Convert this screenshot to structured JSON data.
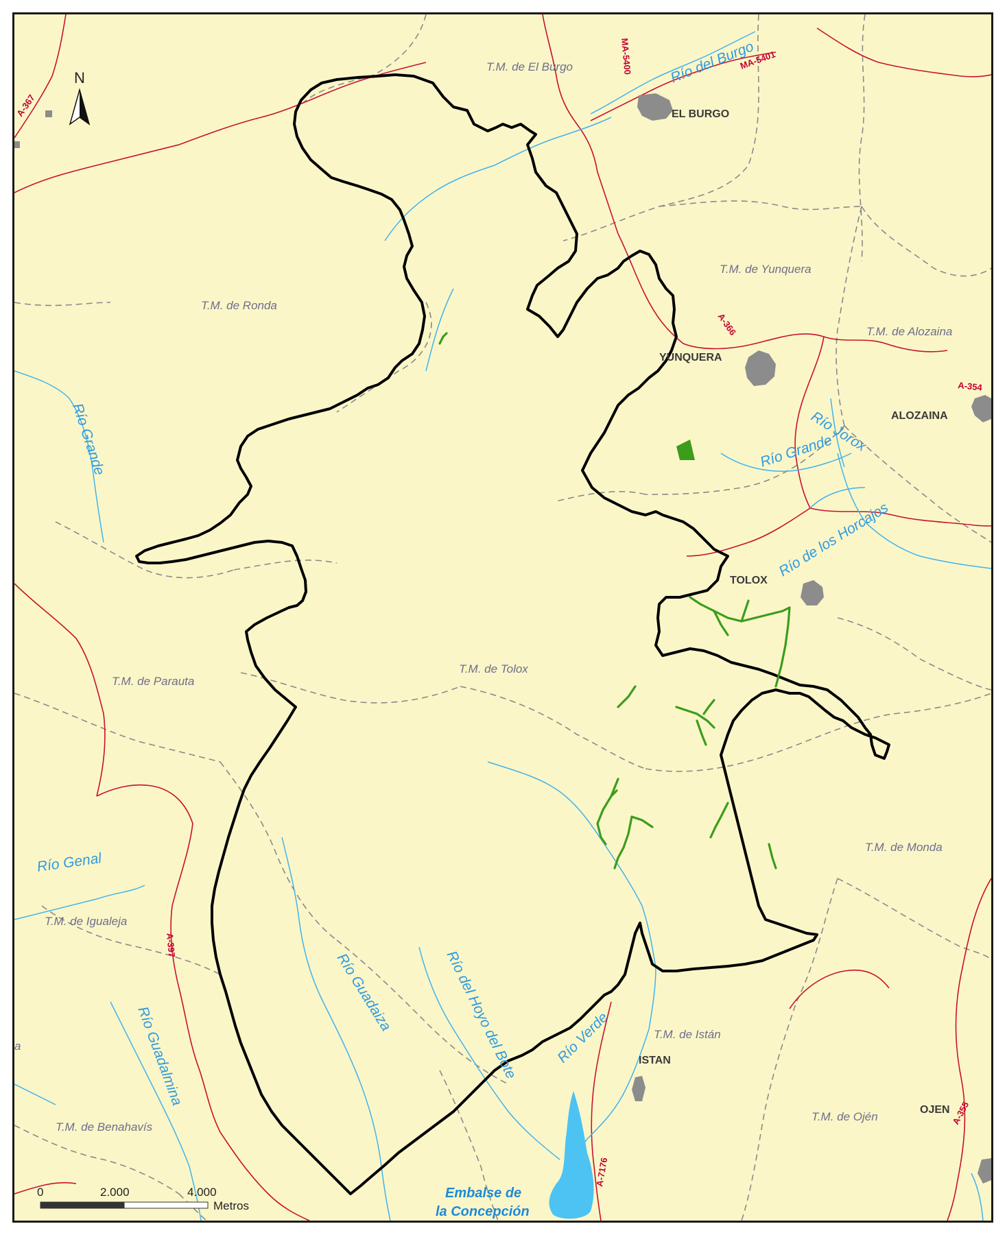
{
  "colors": {
    "background": "#fbf6c8",
    "road": "#c8102e",
    "river": "#3fb3ee",
    "reservoir": "#4cc3f2",
    "boundary": "#000000",
    "habitat": "#3a9d1c",
    "town": "#8c8c8c",
    "municipal_border": "#8a8a8a"
  },
  "north_arrow": {
    "label": "N"
  },
  "municipalities": [
    "T.M. de El Burgo",
    "T.M. de Yunquera",
    "T.M. de Ronda",
    "T.M. de Alozaina",
    "T.M. de Tolox",
    "T.M. de Parauta",
    "T.M. de Monda",
    "T.M. de Igualeja",
    "T.M. de Istán",
    "T.M. de Benahavís",
    "T.M. de Ojén"
  ],
  "towns": [
    "EL BURGO",
    "YUNQUERA",
    "ALOZAINA",
    "TOLOX",
    "ISTAN",
    "OJEN"
  ],
  "rivers": [
    "Río del Burgo",
    "Río Grande",
    "Río Jorox",
    "Río Grande",
    "Río de los Horcajos",
    "Río Genal",
    "Río Guadaiza",
    "Río del Hoyo del Bote",
    "Río Verde",
    "Río Guadalmina"
  ],
  "roads": [
    "A-367",
    "MA-5400",
    "MA-5401",
    "A-366",
    "A-354",
    "A-397",
    "A-355",
    "A-7176"
  ],
  "reservoir": {
    "line1": "Embalse de",
    "line2": "la Concepción"
  },
  "edge_fragment": "a",
  "scale_bar": {
    "ticks": [
      "0",
      "2.000",
      "4.000"
    ],
    "unit": "Metros"
  }
}
